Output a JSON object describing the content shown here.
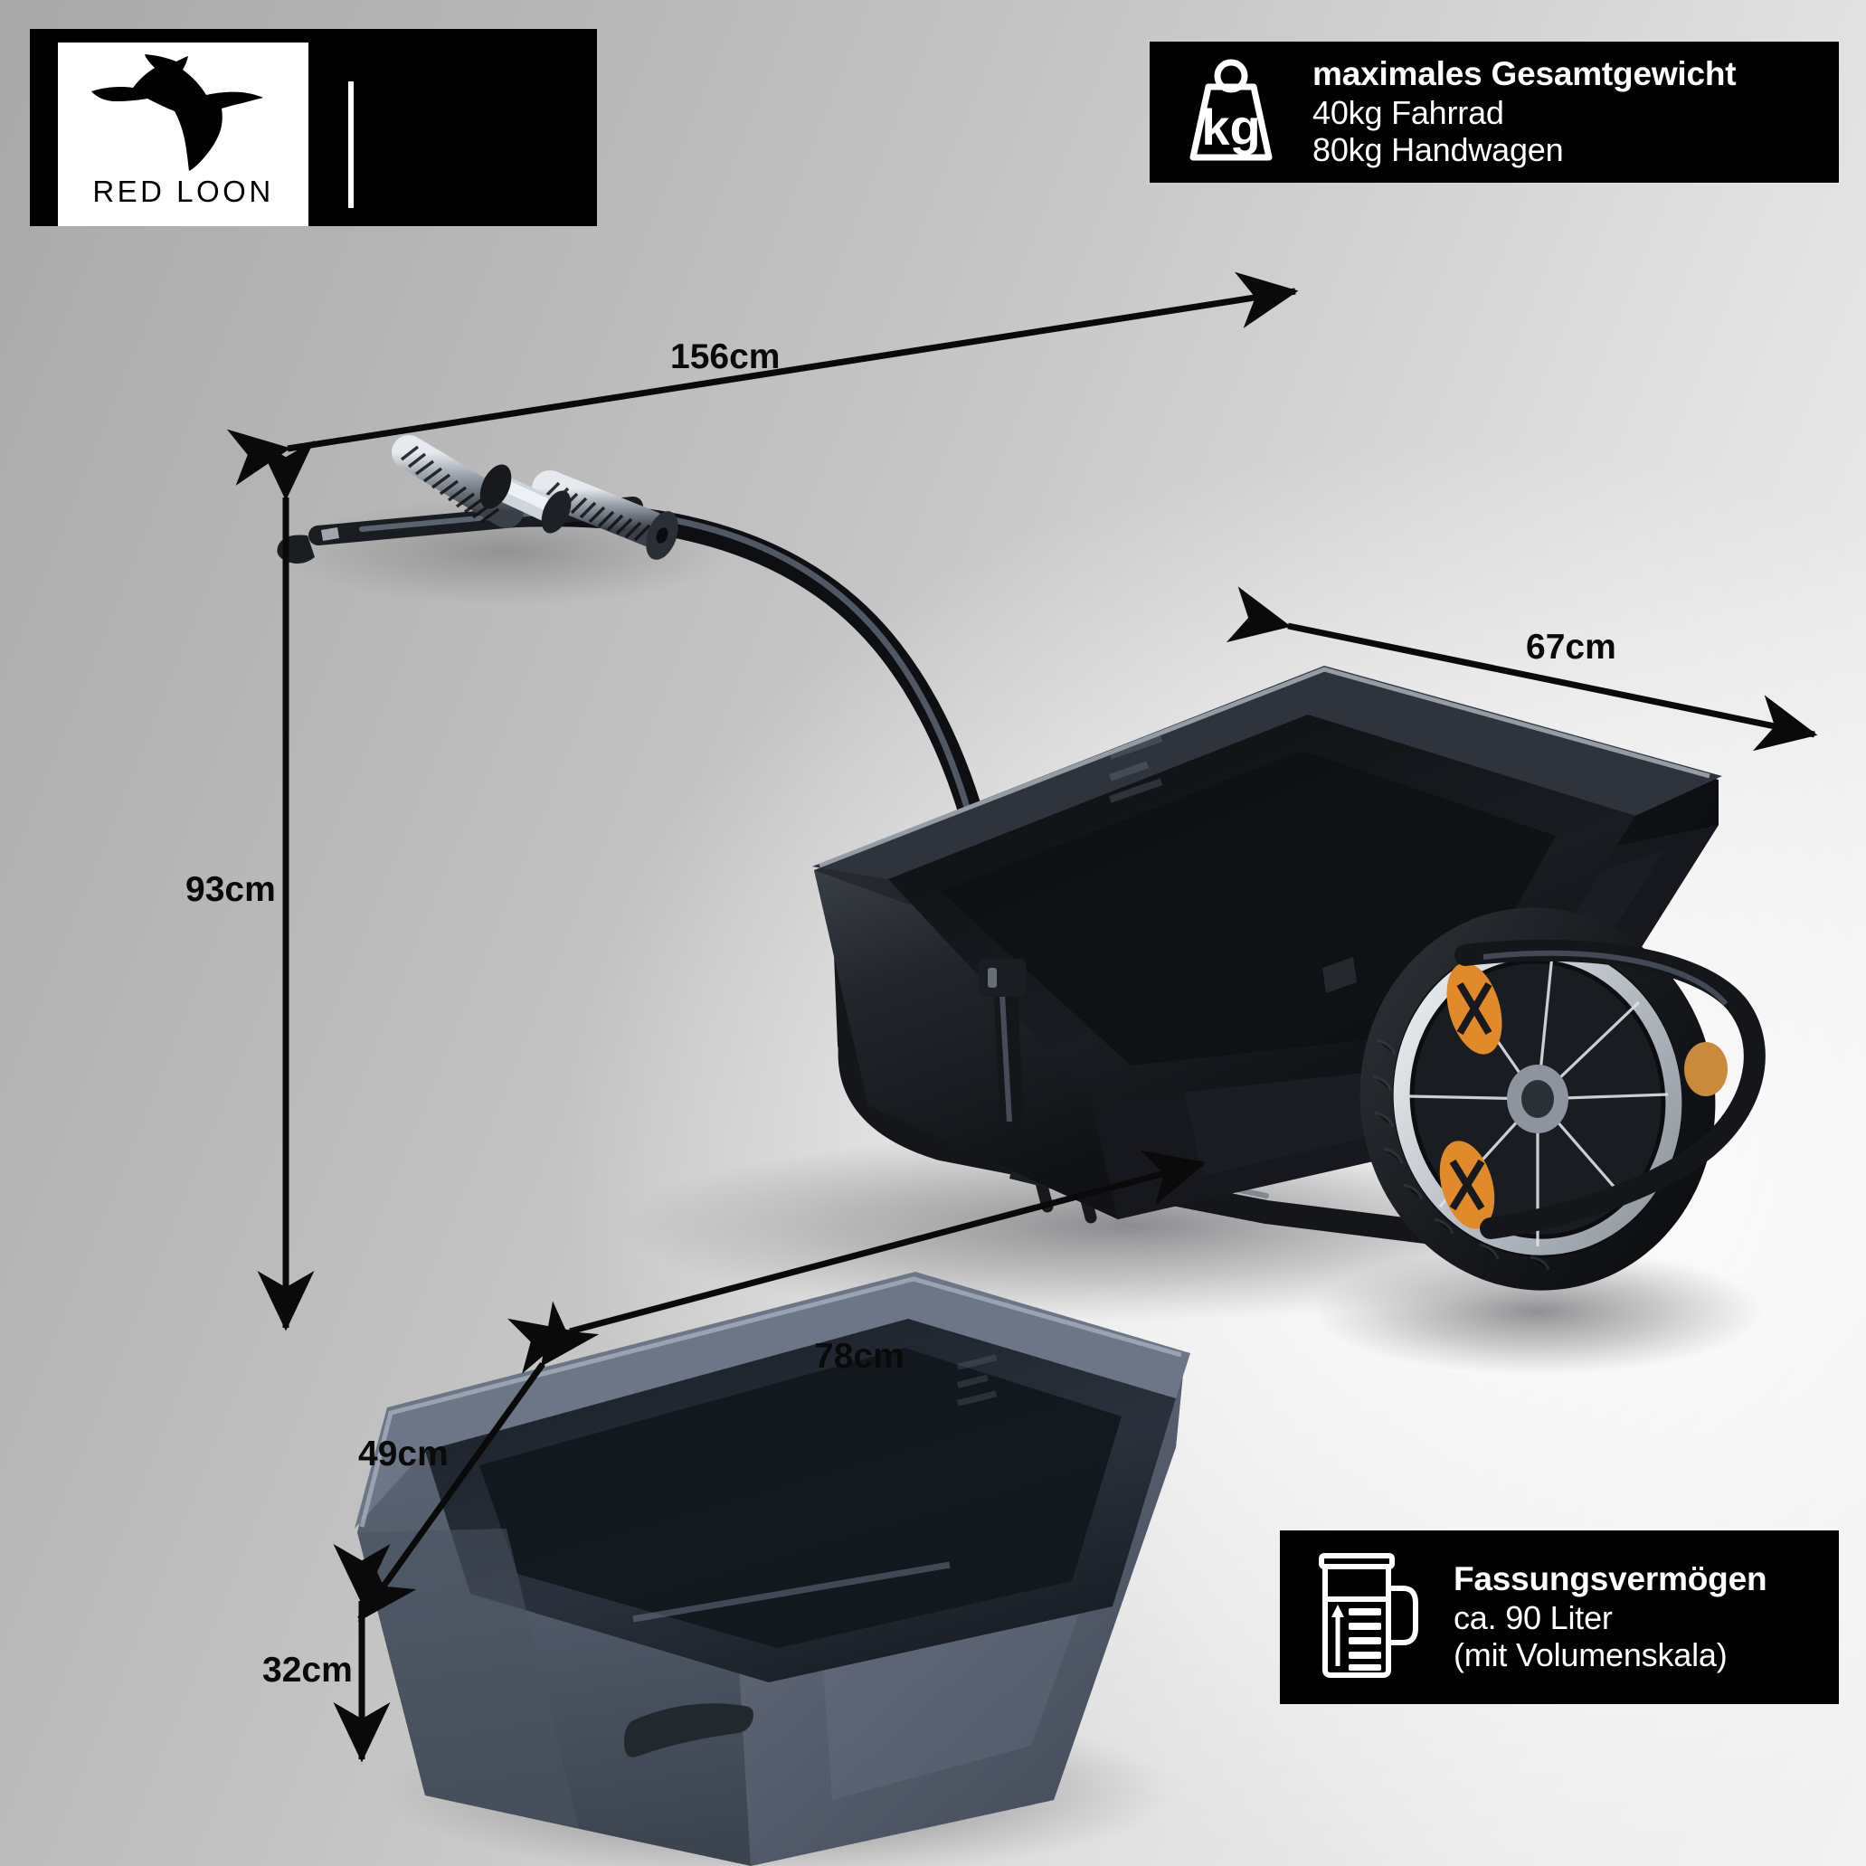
{
  "brand": {
    "wordmark": "RED LOON",
    "logo_icon": "flying-loon-bird-icon"
  },
  "badges": [
    {
      "id": "max-weight",
      "icon": "kg-weight-icon",
      "icon_label": "kg",
      "title": "maximales Gesamtgewicht",
      "lines": [
        "40kg Fahrrad",
        "80kg Handwagen"
      ]
    },
    {
      "id": "capacity",
      "icon": "measuring-jug-icon",
      "title": "Fassungsvermögen",
      "lines": [
        "ca. 90 Liter",
        "(mit Volumenskala)"
      ]
    }
  ],
  "dimensions": {
    "trailer_total_length": "156cm",
    "trailer_total_height": "93cm",
    "trailer_tub_width": "67cm",
    "tub_length": "78cm",
    "tub_width": "49cm",
    "tub_height": "32cm"
  },
  "colors": {
    "badge_background": "#000000",
    "badge_text": "#ffffff",
    "dimension_text": "#0a0a0a",
    "tub_body": "#5a6373",
    "tub_interior": "#2b3038",
    "frame_black": "#141414",
    "reflector_orange": "#e08a2a",
    "rim_silver": "#d9dde2"
  },
  "product": {
    "type": "bicycle-cargo-trailer",
    "parts": [
      "tow-bar",
      "coupling-spring",
      "tub",
      "frame",
      "wheel",
      "reflector"
    ]
  }
}
